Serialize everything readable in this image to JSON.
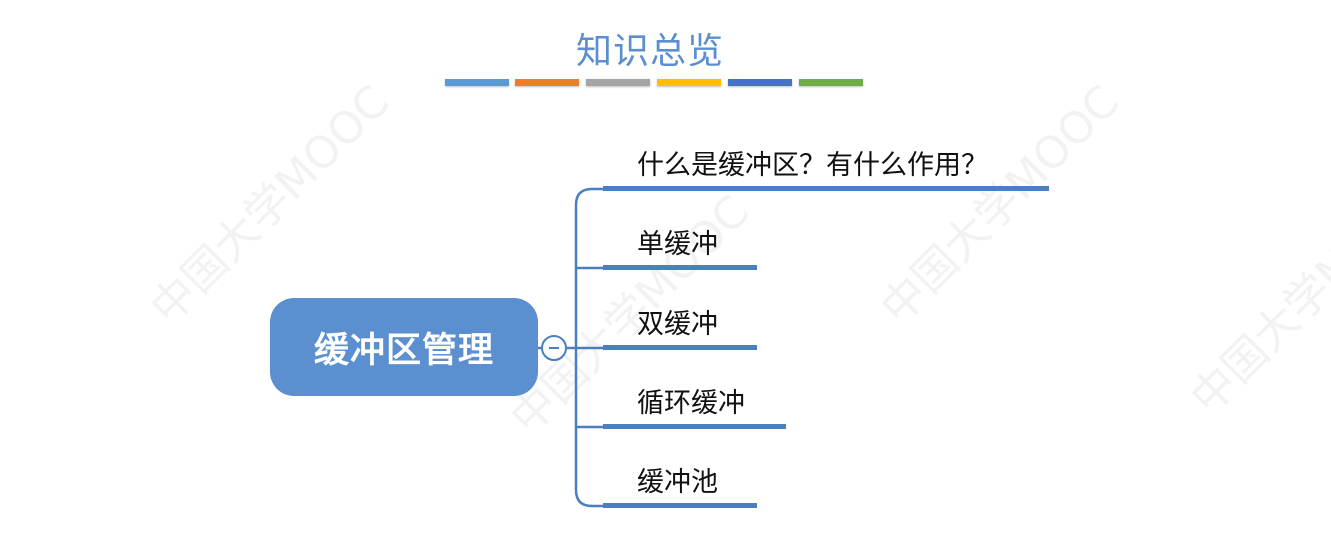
{
  "title": "知识总览",
  "stripes": [
    "#5b9bd5",
    "#ed7d31",
    "#a5a5a5",
    "#ffc000",
    "#4472c4",
    "#70ad47"
  ],
  "root": {
    "label": "缓冲区管理",
    "color": "#5b8fcf"
  },
  "branches": [
    {
      "label": "什么是缓冲区？有什么作用？"
    },
    {
      "label": "单缓冲"
    },
    {
      "label": "双缓冲"
    },
    {
      "label": "循环缓冲"
    },
    {
      "label": "缓冲池"
    }
  ],
  "watermark": "中国大学MOOC"
}
